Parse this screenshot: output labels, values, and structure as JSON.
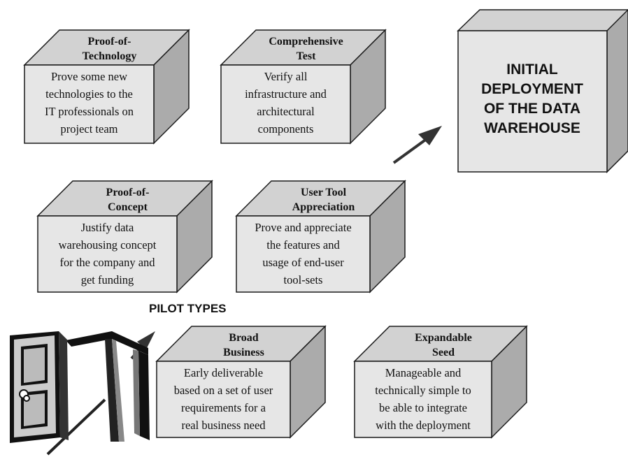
{
  "boxes": [
    {
      "id": "proof-of-technology",
      "title": [
        "Proof-of-",
        "Technology"
      ],
      "body": [
        "Prove some new",
        "technologies to the",
        "IT professionals on",
        "project team"
      ]
    },
    {
      "id": "comprehensive-test",
      "title": [
        "Comprehensive",
        "Test"
      ],
      "body": [
        "Verify all",
        "infrastructure and",
        "architectural",
        "components"
      ]
    },
    {
      "id": "proof-of-concept",
      "title": [
        "Proof-of-",
        "Concept"
      ],
      "body": [
        "Justify data",
        "warehousing concept",
        "for the company and",
        "get funding"
      ]
    },
    {
      "id": "user-tool-appreciation",
      "title": [
        "User Tool",
        "Appreciation"
      ],
      "body": [
        "Prove and appreciate",
        "the features and",
        "usage of end-user",
        "tool-sets"
      ]
    },
    {
      "id": "broad-business",
      "title": [
        "Broad",
        "Business"
      ],
      "body": [
        "Early deliverable",
        "based on a set of user",
        "requirements for a",
        "real business need"
      ]
    },
    {
      "id": "expandable-seed",
      "title": [
        "Expandable",
        "Seed"
      ],
      "body": [
        "Manageable and",
        "technically simple to",
        "be able to integrate",
        "with the deployment"
      ]
    }
  ],
  "deployment": {
    "lines": [
      "INITIAL",
      "DEPLOYMENT",
      "OF THE DATA",
      "WAREHOUSE"
    ]
  },
  "section_label": "PILOT TYPES",
  "colors": {
    "face": "#e6e6e6",
    "top": "#d2d2d2",
    "side": "#ababab",
    "stroke": "#1a1a1a",
    "arrow": "#333333"
  }
}
